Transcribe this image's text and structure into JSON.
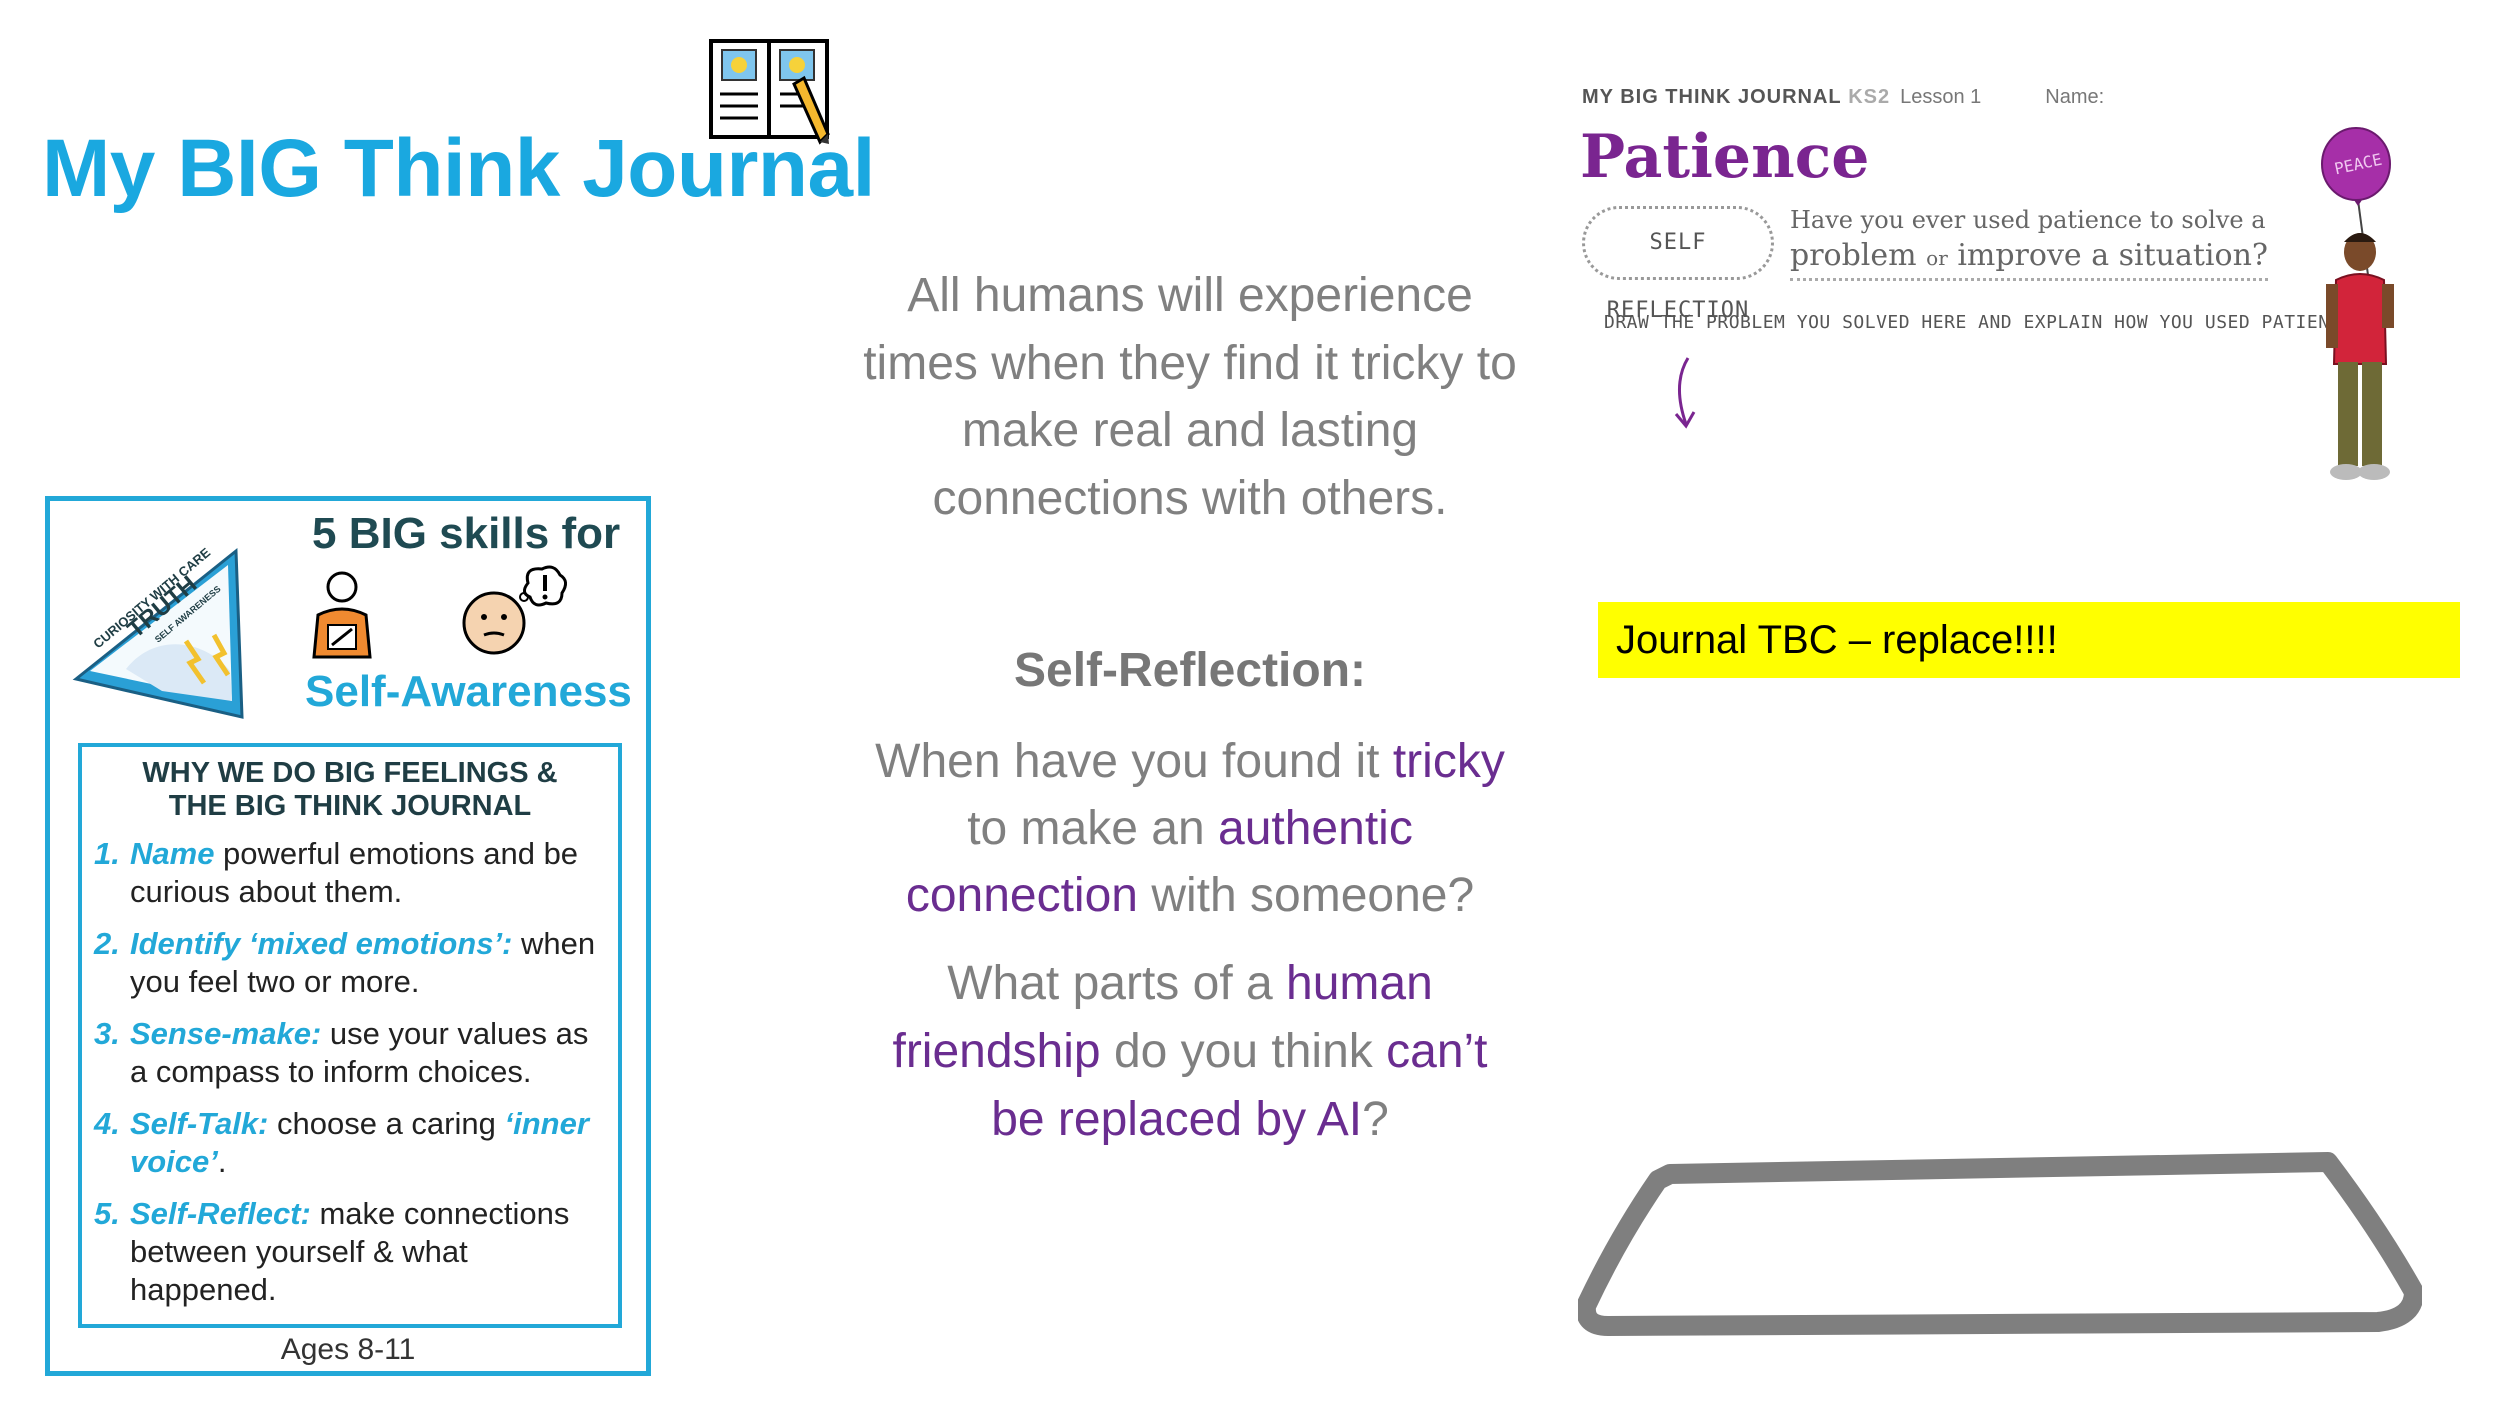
{
  "title": "My BIG Think Journal",
  "card": {
    "wedge_text": {
      "line1": "CURIOSITY WITH CARE",
      "line2": "TRUTH",
      "line3": "SELF AWARENESS"
    },
    "heading": "5 BIG skills for",
    "subheading": "Self-Awareness",
    "why_title_line1": "WHY WE DO BIG FEELINGS &",
    "why_title_line2": "THE BIG THINK JOURNAL",
    "skills": [
      {
        "num": "1.",
        "term": "Name",
        "text": " powerful emotions and be curious about them."
      },
      {
        "num": "2.",
        "term": "Identify ‘mixed emotions’:",
        "text": " when you feel two or more."
      },
      {
        "num": "3.",
        "term": "Sense-make:",
        "text": " use your values as a compass to inform choices."
      },
      {
        "num": "4.",
        "term": "Self-Talk:",
        "text": " choose a caring ",
        "term2": "‘inner voice’",
        "text2": "."
      },
      {
        "num": "5.",
        "term": "Self-Reflect:",
        "text": " make connections between yourself & what happened."
      }
    ],
    "ages": "Ages 8-11"
  },
  "middle": {
    "intro": "All humans will experience times when they find it tricky to make real and lasting connections with others.",
    "self_reflection_label": "Self-Reflection:",
    "q1": {
      "p1": "When have you found it ",
      "h1": "tricky",
      "p2": " to make an ",
      "h2": "authentic connection",
      "p3": " with someone?"
    },
    "q2": {
      "p1": "What parts of a ",
      "h1": "human friendship",
      "p2": " do you think ",
      "h2": "can’t be replaced by AI",
      "p3": "?"
    }
  },
  "journal_page": {
    "header_brand": "MY BIG THINK JOURNAL",
    "header_ks": "KS2",
    "header_lesson": "Lesson 1",
    "header_name": "Name:",
    "title": "Patience",
    "badge": "SELF REFLECTION",
    "question_line1": "Have you ever used patience to solve a",
    "question_line2_a": "problem",
    "question_line2_or": "or",
    "question_line2_b": "improve a situation?",
    "instruction": "DRAW THE PROBLEM YOU SOLVED HERE AND EXPLAIN HOW YOU USED PATIENCE",
    "balloon_text": "PEACE"
  },
  "tbc_note": "Journal TBC – replace!!!!",
  "colors": {
    "title_blue": "#1aa8e0",
    "card_border": "#22a8d8",
    "purple": "#6a2d90",
    "grey_text": "#808080",
    "highlight_yellow": "#ffff00"
  }
}
